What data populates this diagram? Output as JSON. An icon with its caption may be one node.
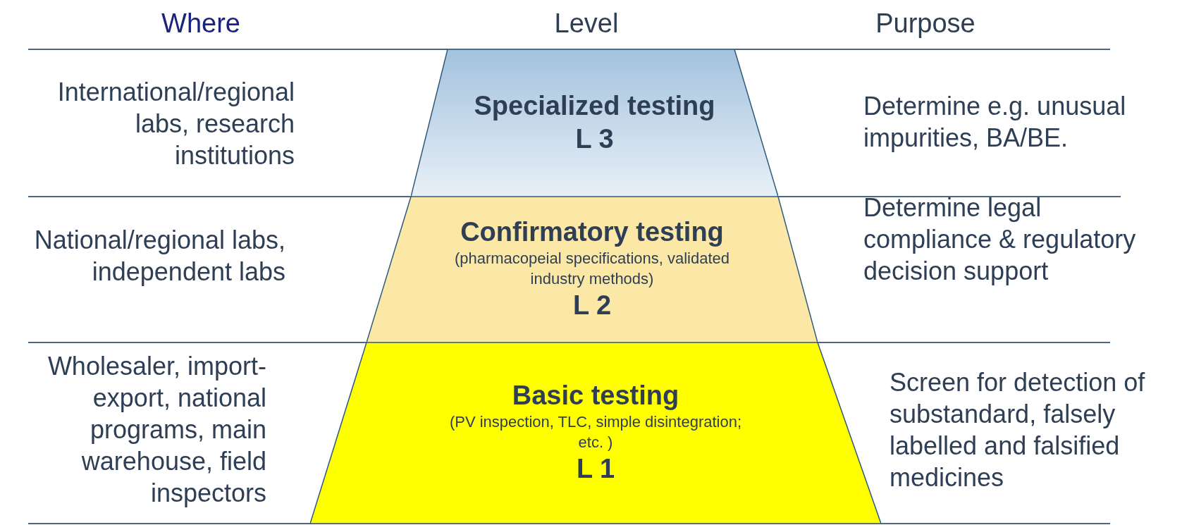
{
  "diagram": {
    "nodes": [
      {
        "text": [
          "Specialized testing",
          "L 3"
        ]
      },
      {
        "text": [
          "Confirmatory testing",
          "(pharmacopeial specifications, validated industry methods)",
          "L 2"
        ]
      },
      {
        "text": [
          "Basic testing",
          "(PV inspection, TLC, simple disintegration; etc. )",
          "L 1"
        ]
      }
    ],
    "labels": [
      "Where",
      "Level",
      "Purpose",
      "International/regional labs, research institutions",
      "Determine e.g. unusual impurities, BA/BE.",
      "National/regional labs, independent labs",
      "Determine legal compliance & regulatory decision support",
      "Wholesaler, import-export, national programs, main warehouse, field inspectors",
      "Screen for detection of substandard, falsely labelled and falsified medicines"
    ]
  }
}
